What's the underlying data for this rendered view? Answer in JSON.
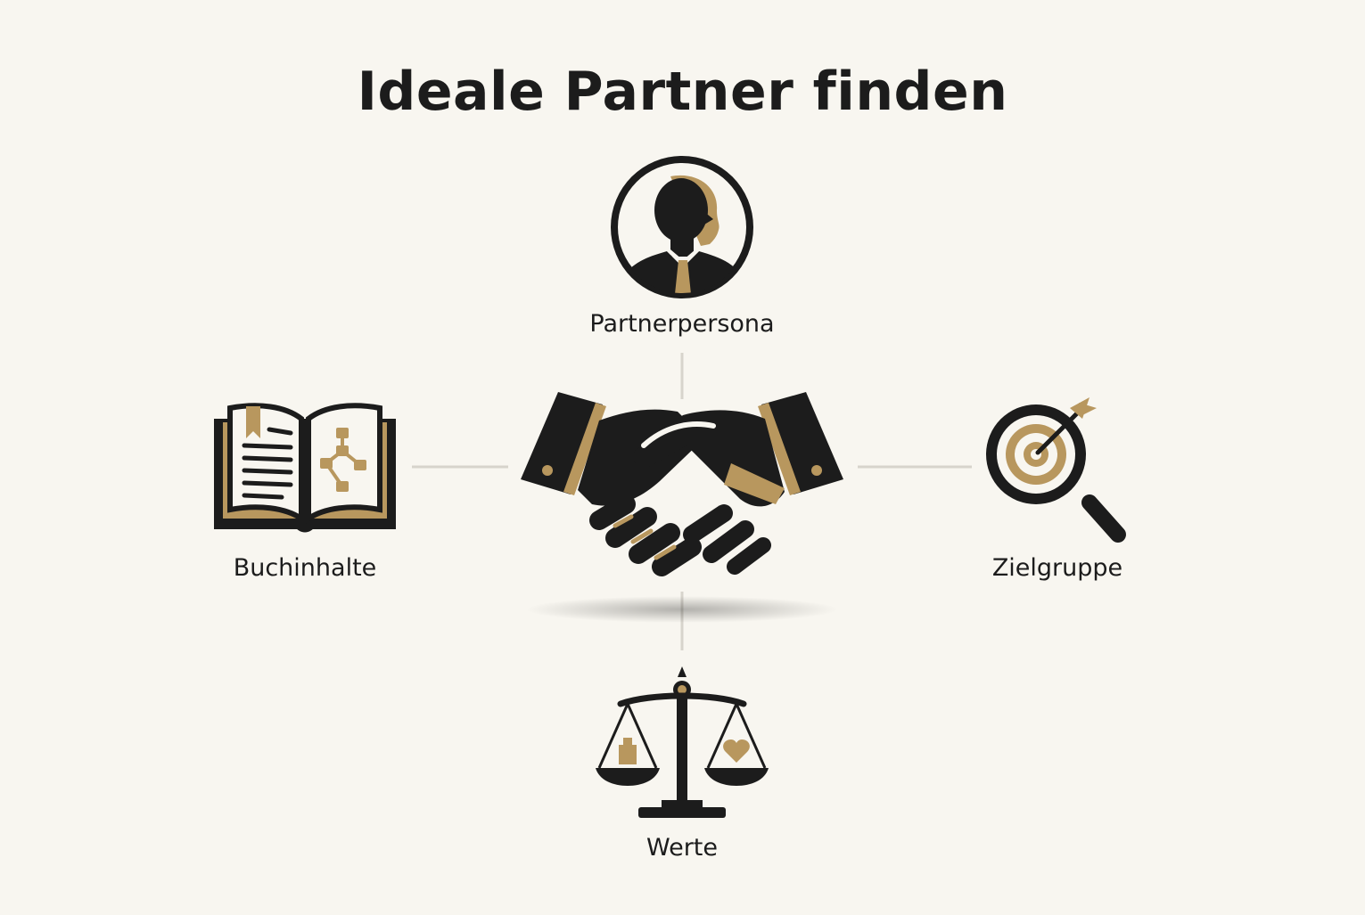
{
  "diagram": {
    "title": "Ideale Partner finden",
    "center": {
      "icon": "handshake-icon"
    },
    "nodes": {
      "top": {
        "label": "Partnerpersona",
        "icon": "person-silhouette-icon"
      },
      "left": {
        "label": "Buchinhalte",
        "icon": "open-book-icon"
      },
      "right": {
        "label": "Zielgruppe",
        "icon": "target-magnifier-icon"
      },
      "bottom": {
        "label": "Werte",
        "icon": "balance-scale-icon"
      }
    }
  },
  "colors": {
    "background": "#f8f6f0",
    "ink": "#1c1c1c",
    "gold": "#b8975e",
    "connector": "#d7d4cc"
  }
}
